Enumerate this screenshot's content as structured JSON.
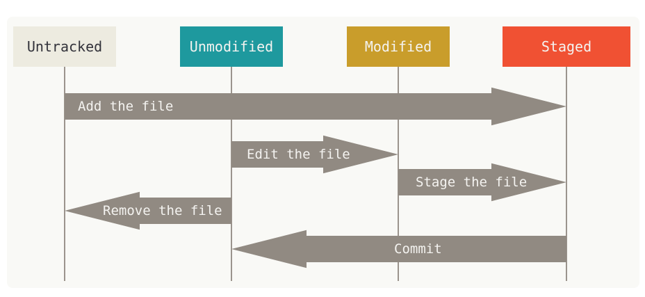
{
  "diagram": {
    "page_background": "#ffffff",
    "panel_background": "#f9f9f6",
    "line_color": "#9b948d",
    "arrow_color": "#918a82",
    "arrow_label_color": "#f4f3f0",
    "nodes": [
      {
        "id": "untracked",
        "label": "Untracked",
        "bg": "#edebe0",
        "fg": "#32323a"
      },
      {
        "id": "unmodified",
        "label": "Unmodified",
        "bg": "#1e999e",
        "fg": "#f4f3f0"
      },
      {
        "id": "modified",
        "label": "Modified",
        "bg": "#c99d2b",
        "fg": "#f4f3f0"
      },
      {
        "id": "staged",
        "label": "Staged",
        "bg": "#f05133",
        "fg": "#f4f3f0"
      }
    ],
    "arrows": [
      {
        "label": "Add the file",
        "from": "untracked",
        "to": "staged",
        "direction": "right"
      },
      {
        "label": "Edit the file",
        "from": "unmodified",
        "to": "modified",
        "direction": "right"
      },
      {
        "label": "Stage the file",
        "from": "modified",
        "to": "staged",
        "direction": "right"
      },
      {
        "label": "Remove the file",
        "from": "unmodified",
        "to": "untracked",
        "direction": "left"
      },
      {
        "label": "Commit",
        "from": "staged",
        "to": "unmodified",
        "direction": "left"
      }
    ]
  }
}
